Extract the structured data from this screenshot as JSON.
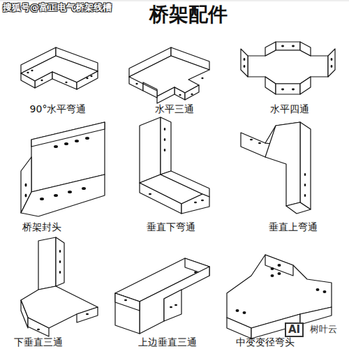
{
  "diagram": {
    "title": "桥架配件",
    "labels": [
      "搜狐号@富正电气桥架线槽",
      "90°水平弯通",
      "水平三通",
      "水平四通",
      "桥架封头",
      "垂直下弯通",
      "垂直上弯通",
      "下垂直三通",
      "上边垂直三通",
      "中变变径弯头",
      "AI",
      "树叶云"
    ]
  }
}
